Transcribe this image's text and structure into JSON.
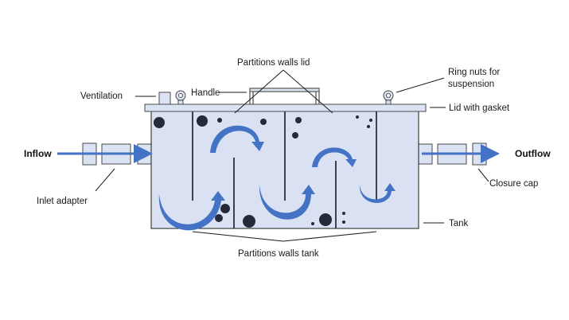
{
  "labels": {
    "partitions_walls_lid": "Partitions walls lid",
    "ring_nuts_line1": "Ring nuts for",
    "ring_nuts_line2": "suspension",
    "ventilation": "Ventilation",
    "handle": "Handle",
    "lid_with_gasket": "Lid with gasket",
    "inflow": "Inflow",
    "outflow": "Outflow",
    "inlet_adapter": "Inlet adapter",
    "closure_cap": "Closure cap",
    "tank": "Tank",
    "partitions_walls_tank": "Partitions walls tank"
  },
  "colors": {
    "tank_fill": "#d9e1f2",
    "flow_arrow": "#4472c4",
    "particle": "#232a3a"
  }
}
